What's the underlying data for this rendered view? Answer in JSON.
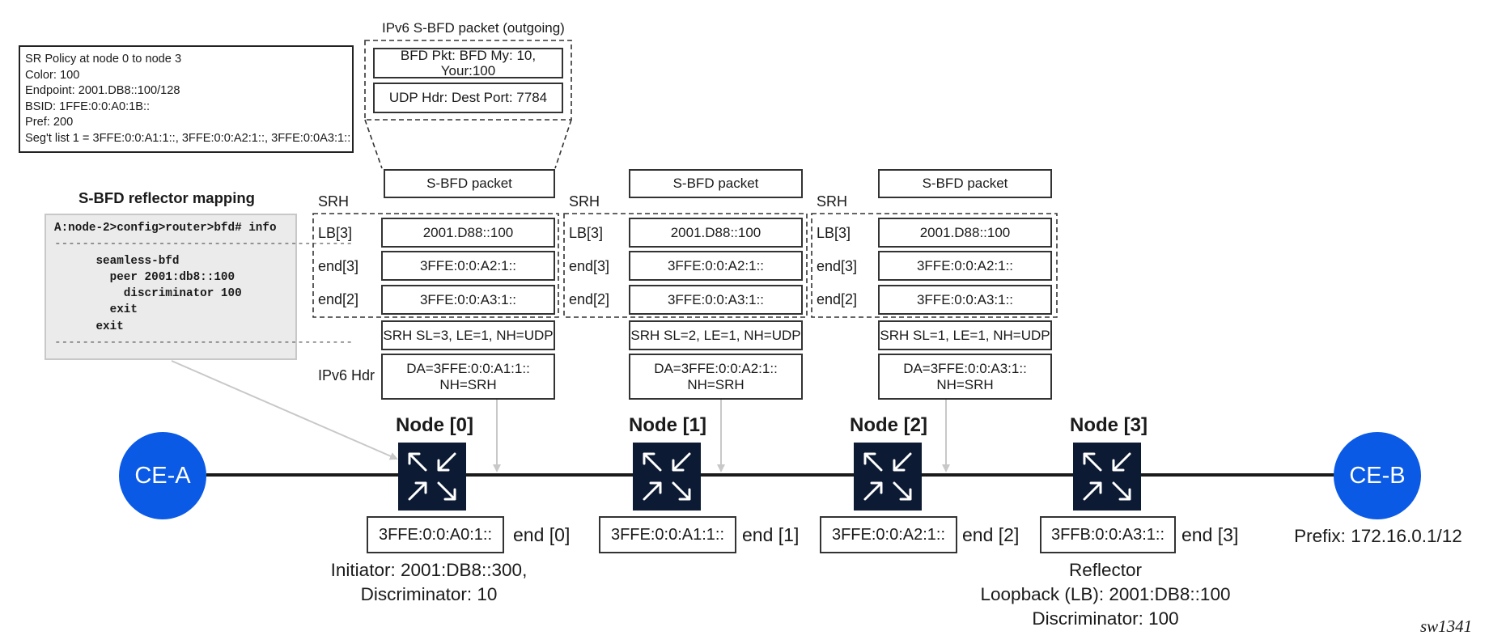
{
  "policy": {
    "lines": [
      "SR Policy at node 0 to node 3",
      "Color: 100",
      "Endpoint: 2001.DB8::100/128",
      "BSID: 1FFE:0:0:A0:1B::",
      "Pref: 200",
      "Seg't list 1 = 3FFE:0:0:A1:1::, 3FFE:0:0:A2:1::, 3FFE:0:0A3:1::"
    ]
  },
  "mapping": {
    "title": "S-BFD reflector mapping",
    "prompt": "A:node-2>config>router>bfd# info",
    "rule": "-------------------------------------------",
    "lines": [
      "      seamless-bfd",
      "        peer 2001:db8::100",
      "          discriminator 100",
      "        exit",
      "      exit"
    ]
  },
  "outgoing": {
    "title": "IPv6 S-BFD packet (outgoing)",
    "bfd": "BFD Pkt: BFD My: 10, Your:100",
    "udp": "UDP Hdr: Dest Port: 7784"
  },
  "labels": {
    "srh": "SRH",
    "lb3": "LB[3]",
    "end3": "end[3]",
    "end2": "end[2]",
    "ipv6": "IPv6 Hdr"
  },
  "stacks": [
    {
      "sbfd": "S-BFD packet",
      "lb": "2001.D88::100",
      "end3": "3FFE:0:0:A2:1::",
      "end2": "3FFE:0:0:A3:1::",
      "srh": "SRH SL=3, LE=1, NH=UDP",
      "ipv6_l1": "DA=3FFE:0:0:A1:1::",
      "ipv6_l2": "NH=SRH"
    },
    {
      "sbfd": "S-BFD packet",
      "lb": "2001.D88::100",
      "end3": "3FFE:0:0:A2:1::",
      "end2": "3FFE:0:0:A3:1::",
      "srh": "SRH SL=2, LE=1, NH=UDP",
      "ipv6_l1": "DA=3FFE:0:0:A2:1::",
      "ipv6_l2": "NH=SRH"
    },
    {
      "sbfd": "S-BFD packet",
      "lb": "2001.D88::100",
      "end3": "3FFE:0:0:A2:1::",
      "end2": "3FFE:0:0:A3:1::",
      "srh": "SRH SL=1, LE=1, NH=UDP",
      "ipv6_l1": "DA=3FFE:0:0:A3:1::",
      "ipv6_l2": "NH=SRH"
    }
  ],
  "ce_a": "CE-A",
  "ce_b": "CE-B",
  "nodes": [
    {
      "title": "Node [0]",
      "addr": "3FFE:0:0:A0:1::",
      "end": "end [0]"
    },
    {
      "title": "Node [1]",
      "addr": "3FFE:0:0:A1:1::",
      "end": "end [1]"
    },
    {
      "title": "Node [2]",
      "addr": "3FFE:0:0:A2:1::",
      "end": "end [2]"
    },
    {
      "title": "Node [3]",
      "addr": "3FFB:0:0:A3:1::",
      "end": "end [3]"
    }
  ],
  "initiator": {
    "l1": "Initiator: 2001:DB8::300,",
    "l2": "Discriminator: 10"
  },
  "reflector": {
    "l1": "Reflector",
    "l2": "Loopback (LB): 2001:DB8::100",
    "l3": "Discriminator: 100"
  },
  "prefix": "Prefix: 172.16.0.1/12",
  "figure_id": "sw1341",
  "colors": {
    "ce": "#0a5ae6",
    "router": "#0c1a33",
    "arrow": "#c8c8c8"
  }
}
